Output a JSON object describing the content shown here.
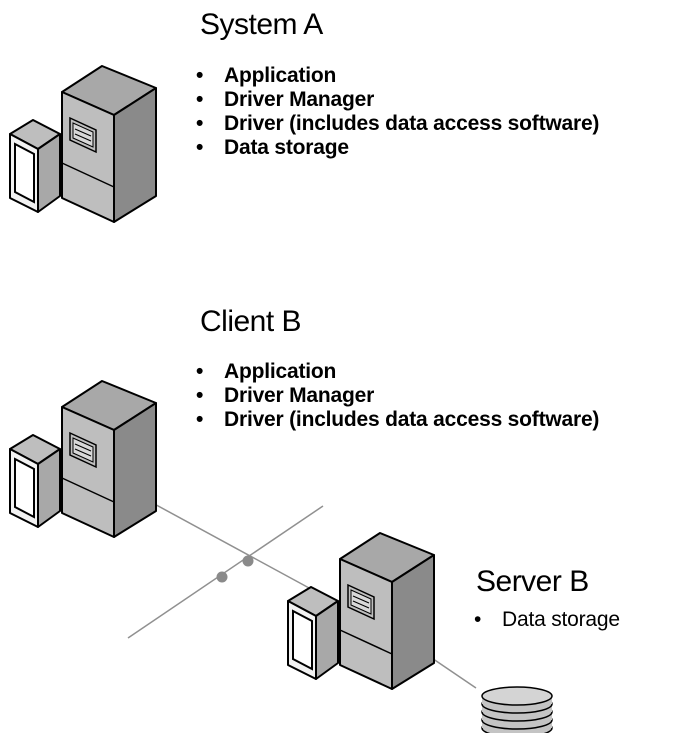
{
  "colors": {
    "computer_front": "#bebebe",
    "computer_side": "#8a8a8a",
    "computer_top": "#a8a8a8",
    "network_line": "#909090",
    "node": "#8a8a8a",
    "storage": "#c4c4c4"
  },
  "bullet_glyph": "•",
  "system_a": {
    "title": "System A",
    "items": [
      "Application",
      "Driver Manager",
      "Driver (includes data access software)",
      "Data storage"
    ]
  },
  "client_b": {
    "title": "Client B",
    "items": [
      "Application",
      "Driver Manager",
      "Driver (includes data access software)"
    ]
  },
  "server_b": {
    "title": "Server B",
    "items": [
      "Data storage"
    ]
  },
  "icons": {
    "system_a_computer": "workstation-icon",
    "client_b_computer": "workstation-icon",
    "server_b_computer": "server-icon",
    "data_storage": "disk-stack-icon",
    "network": "network-connection"
  }
}
